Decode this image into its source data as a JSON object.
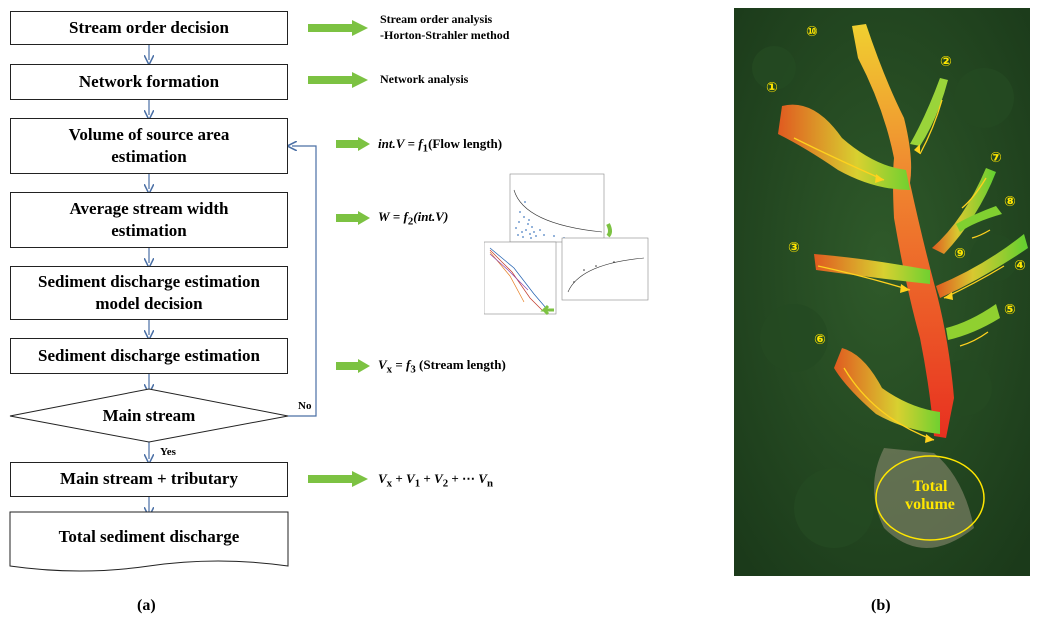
{
  "flowchart": {
    "steps": [
      "Stream order decision",
      "Network formation",
      "Volume of source area estimation",
      "Average stream width estimation",
      "Sediment discharge estimation model decision",
      "Sediment discharge estimation",
      "Main stream",
      "Main stream + tributary",
      "Total sediment discharge"
    ],
    "step_lines": {
      "s3a": "Volume of source area",
      "s3b": "estimation",
      "s4a": "Average stream width",
      "s4b": "estimation",
      "s5a": "Sediment discharge estimation",
      "s5b": "model decision"
    },
    "yes_label": "Yes",
    "no_label": "No"
  },
  "notes": {
    "n1a": "Stream order analysis",
    "n1b": "-Horton-Strahler  method",
    "n2": "Network analysis"
  },
  "formulas": {
    "f1_lhs": "int.V",
    "f1_mid": " = ",
    "f1_fn": "f",
    "f1_sub": "1",
    "f1_rhs": "(Flow  length)",
    "f2_lhs": "W",
    "f2_mid": " = ",
    "f2_fn": "f",
    "f2_sub": "2",
    "f2_rhs": "(int.V)",
    "f3_lhs": "V",
    "f3_lhs_sub": "x",
    "f3_mid": " = ",
    "f3_fn": "f",
    "f3_sub": "3",
    "f3_rhs": " (Stream length)",
    "f4": "V",
    "f4_terms": [
      "x",
      "1",
      "2",
      "n"
    ]
  },
  "captions": {
    "a": "(a)",
    "b": "(b)"
  },
  "map": {
    "badges": [
      "①",
      "②",
      "③",
      "④",
      "⑤",
      "⑥",
      "⑦",
      "⑧",
      "⑨",
      "⑩"
    ],
    "total_line1": "Total",
    "total_line2": "volume"
  },
  "colors": {
    "arrow_green": "#7cc242",
    "feedback_line": "#2f4f8f",
    "badge": "#ffe600"
  }
}
